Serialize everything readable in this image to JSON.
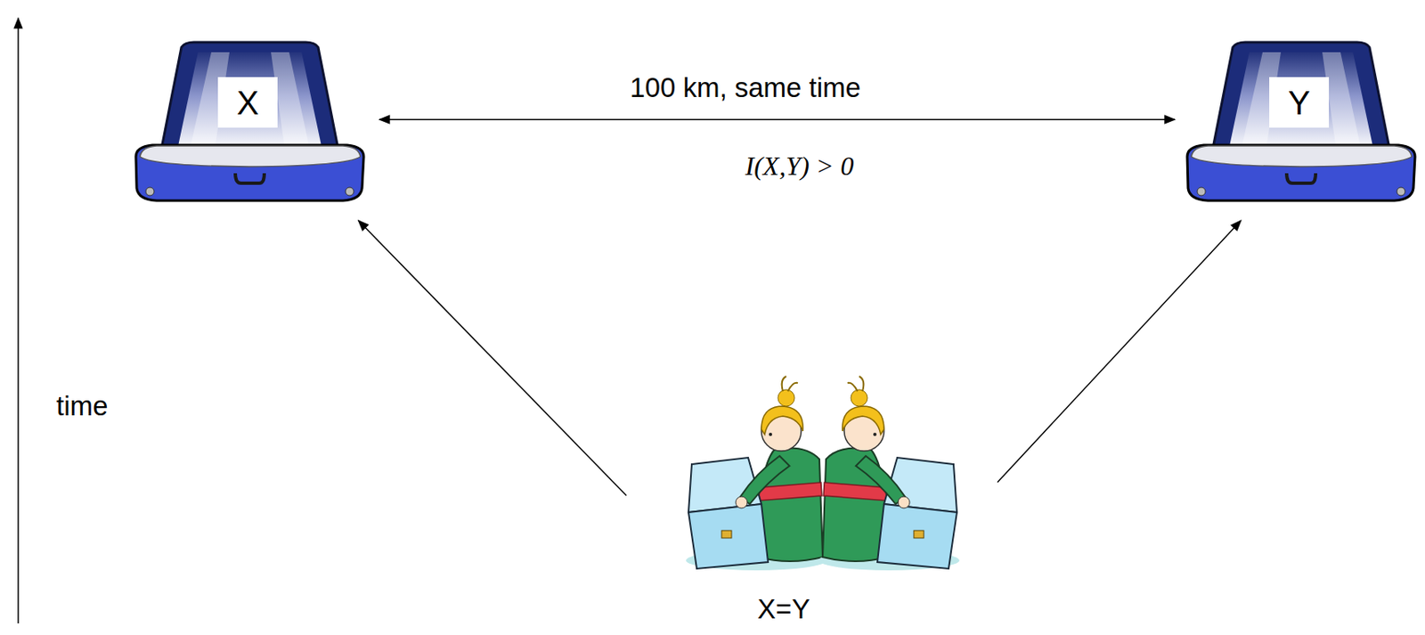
{
  "diagram": {
    "nodes": [
      {
        "text": [
          "X"
        ]
      },
      {
        "text": [
          "Y"
        ]
      },
      {
        "text": [
          "X=Y"
        ]
      }
    ],
    "edges": [
      {
        "from": 2,
        "to": 0,
        "arrow": "to"
      },
      {
        "from": 2,
        "to": 1,
        "arrow": "to"
      },
      {
        "from": 0,
        "to": 1,
        "label": "100 km, same time",
        "arrow": "both"
      }
    ],
    "labels": [
      "I(X,Y) > 0",
      "time"
    ]
  }
}
